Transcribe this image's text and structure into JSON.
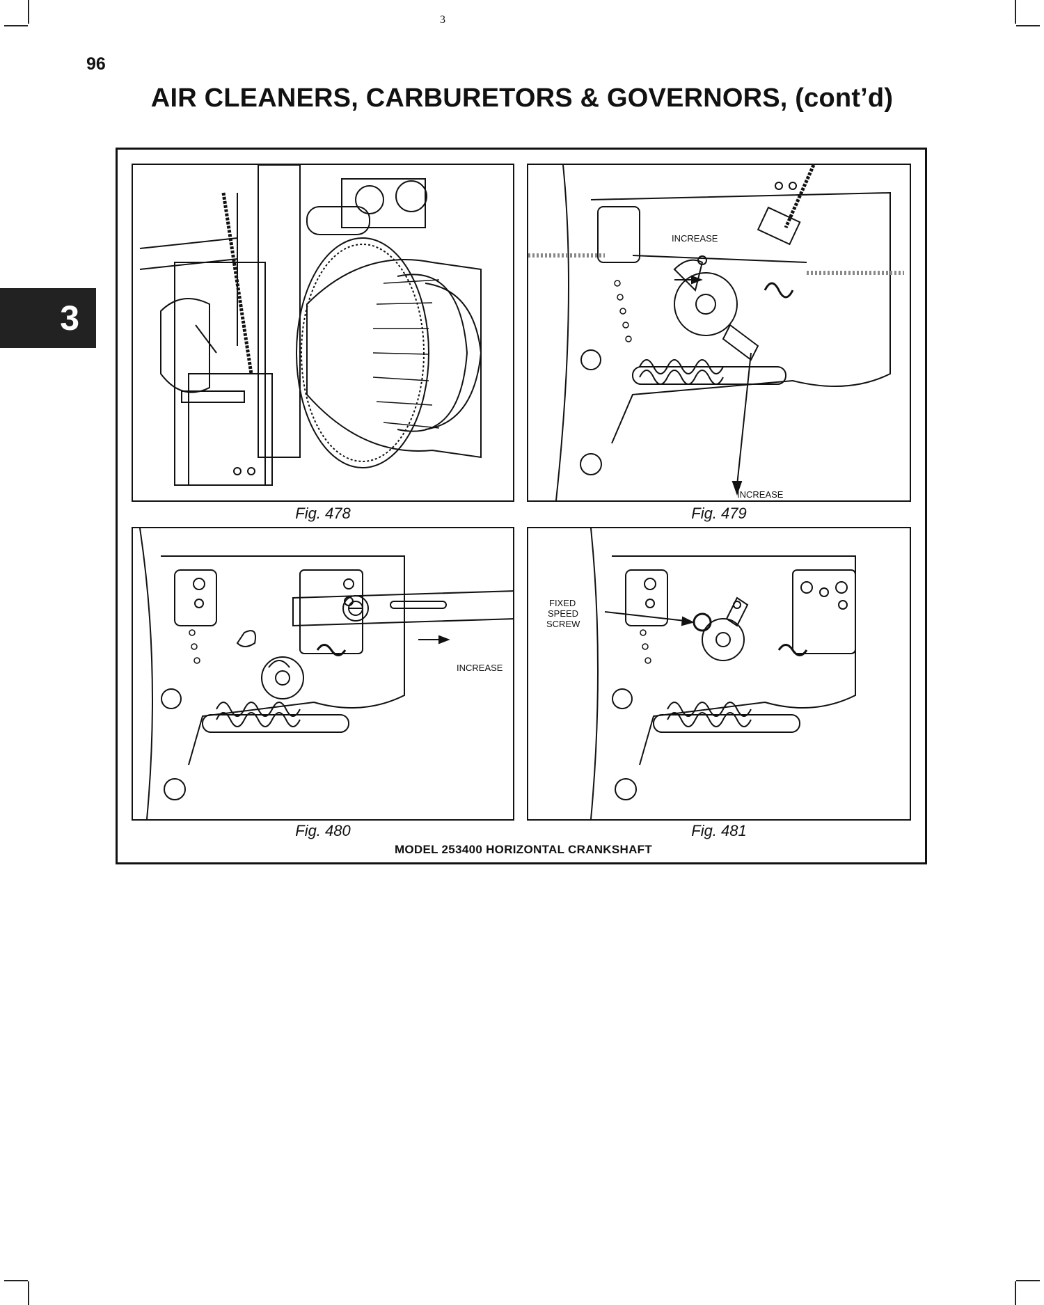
{
  "header": {
    "top_number": "3",
    "page_number": "96",
    "title": "AIR CLEANERS, CARBURETORS & GOVERNORS, (cont’d)"
  },
  "chapter_tab": "3",
  "figures": [
    {
      "caption": "Fig. 478",
      "labels": []
    },
    {
      "caption": "Fig. 479",
      "labels": [
        "INCREASE",
        "INCREASE"
      ]
    },
    {
      "caption": "Fig. 480",
      "labels": [
        "INCREASE"
      ]
    },
    {
      "caption": "Fig. 481",
      "labels": [
        "FIXED",
        "SPEED",
        "SCREW"
      ]
    }
  ],
  "model_caption": "MODEL 253400 HORIZONTAL CRANKSHAFT",
  "colors": {
    "ink": "#111111",
    "tab_bg": "#222222",
    "paper": "#ffffff"
  }
}
